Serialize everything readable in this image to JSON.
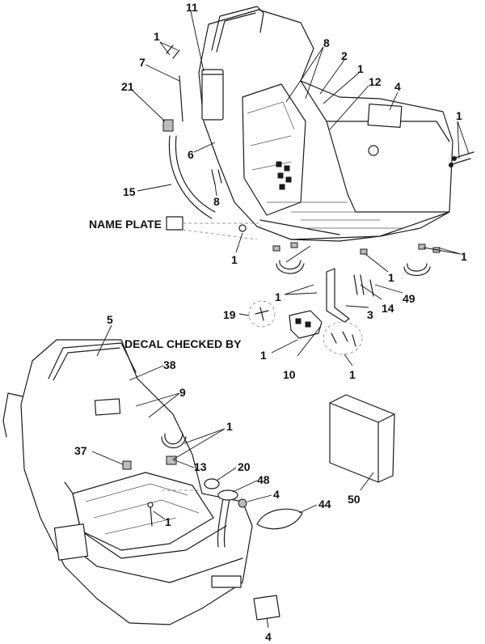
{
  "callouts": {
    "c11": "11",
    "c1_top": "1",
    "c7": "7",
    "c21": "21",
    "c8_top": "8",
    "c2": "2",
    "c1_topright": "1",
    "c12": "12",
    "c4_top": "4",
    "c1_right": "1",
    "c6": "6",
    "c8_mid": "8",
    "c15": "15",
    "name_plate": "NAME PLATE",
    "c1_left_mid": "1",
    "c1_clamp_mid": "1",
    "c1_clamp_right": "1",
    "c1_bracket": "1",
    "c3": "3",
    "c14": "14",
    "c49": "49",
    "c19": "19",
    "c1_block": "1",
    "c10": "10",
    "c1_dashed": "1",
    "c5": "5",
    "decal_checked_by": "DECAL CHECKED BY",
    "c38": "38",
    "c9": "9",
    "c1_lower_clamp": "1",
    "c37": "37",
    "c13": "13",
    "c20": "20",
    "c48": "48",
    "c4_mid": "4",
    "c44": "44",
    "c50": "50",
    "c1_bottom": "1",
    "c4_bottom": "4"
  }
}
